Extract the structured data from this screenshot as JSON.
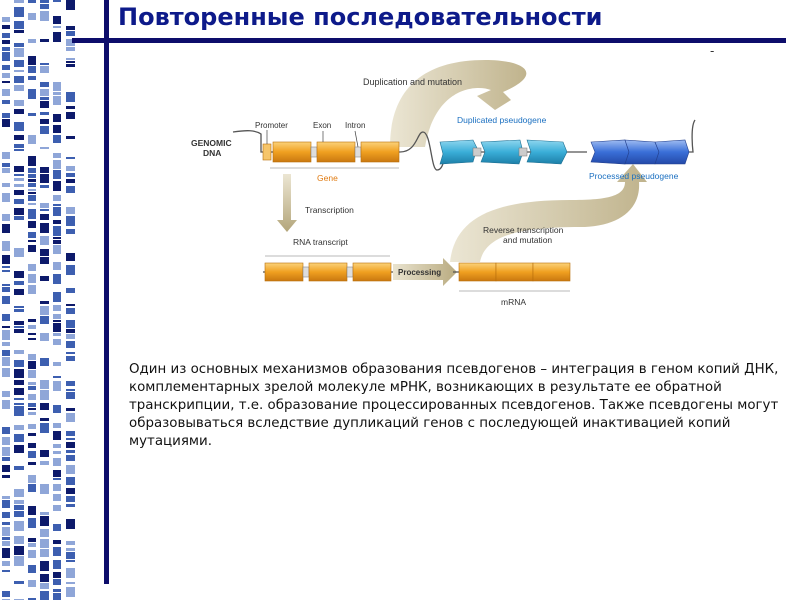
{
  "slide": {
    "title": "Повторенные последовательности",
    "corner_mark": "-",
    "body_text": "Один из основных механизмов образования псевдогенов – интеграция в геном копий ДНК, комплементарных зрелой молекуле мРНК, возникающих в результате ее обратной транскрипции, т.е. образование процессированных псевдогенов. Также псевдогены могут образовываться вследствие дупликаций генов с последующей инактивацией копий мутациями."
  },
  "figure": {
    "genomic_dna_line1": "GENOMIC",
    "genomic_dna_line2": "DNA",
    "promoter": "Promoter",
    "exon": "Exon",
    "intron": "Intron",
    "gene": "Gene",
    "duplication_and_mutation": "Duplication and mutation",
    "duplicated_pseudogene": "Duplicated pseudogene",
    "processed_pseudogene": "Processed pseudogene",
    "transcription": "Transcription",
    "rna_transcript": "RNA transcript",
    "processing": "Processing",
    "reverse_transcription_line1": "Reverse transcription",
    "reverse_transcription_line2": "and mutation",
    "mrna": "mRNA"
  },
  "colors": {
    "title": "#0d1a8a",
    "frame_lines": "#0d0d6b",
    "exon_orange": "#f0a020",
    "pseudogene_cyan": "#3aaed8",
    "processed_blue": "#3a6fd8",
    "arrow_tan": "#c9bd96",
    "label_orange": "#e07a10",
    "label_blue": "#1a6fc0"
  }
}
